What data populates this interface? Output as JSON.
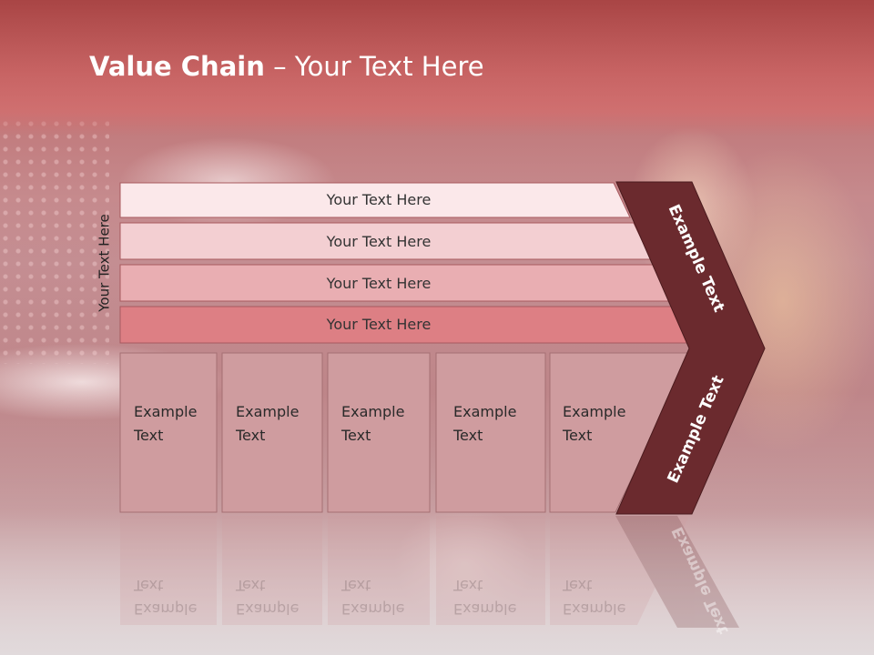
{
  "title": {
    "bold": "Value Chain",
    "rest": " – Your Text Here"
  },
  "side_label": "Your Text Here",
  "rows": [
    {
      "label": "Your Text Here",
      "color": "#fbe8ea"
    },
    {
      "label": "Your Text Here",
      "color": "#f3cfd2"
    },
    {
      "label": "Your Text Here",
      "color": "#e9aeb2"
    },
    {
      "label": "Your Text Here",
      "color": "#dd7f84"
    }
  ],
  "boxes": [
    {
      "line1": "Example",
      "line2": "Text"
    },
    {
      "line1": "Example",
      "line2": "Text"
    },
    {
      "line1": "Example",
      "line2": "Text"
    },
    {
      "line1": "Example",
      "line2": "Text"
    },
    {
      "line1": "Example",
      "line2": "Text"
    }
  ],
  "chevron": {
    "upper_text": "Example Text",
    "lower_text": "Example Text",
    "color": "#6b2a2e"
  },
  "box_color": "#cf9c9f"
}
